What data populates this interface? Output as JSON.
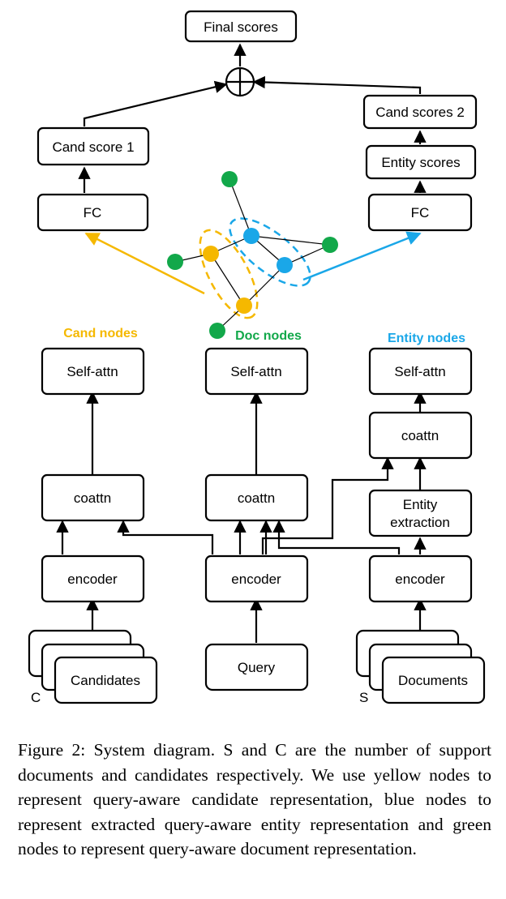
{
  "diagram": {
    "final_scores": "Final scores",
    "cand_score_1": "Cand score 1",
    "cand_scores_2": "Cand scores 2",
    "entity_scores": "Entity scores",
    "fc_left": "FC",
    "fc_right": "FC",
    "cand_nodes": "Cand nodes",
    "doc_nodes": "Doc nodes",
    "entity_nodes": "Entity nodes",
    "self_attn_left": "Self-attn",
    "self_attn_mid": "Self-attn",
    "self_attn_right": "Self-attn",
    "coattn_left": "coattn",
    "coattn_mid": "coattn",
    "coattn_right": "coattn",
    "entity_extraction_line1": "Entity",
    "entity_extraction_line2": "extraction",
    "encoder_left": "encoder",
    "encoder_mid": "encoder",
    "encoder_right": "encoder",
    "candidates": "Candidates",
    "query": "Query",
    "documents": "Documents",
    "c_label": "C",
    "s_label": "S"
  },
  "colors": {
    "yellow": "#F5B800",
    "blue": "#1AA7E8",
    "green": "#12A84A"
  },
  "caption": "Figure 2: System diagram. S and C are the number of support documents and candidates respectively. We use yellow nodes to represent query-aware candidate representation, blue nodes to represent extracted query-aware entity representation and green nodes to represent query-aware document representation."
}
